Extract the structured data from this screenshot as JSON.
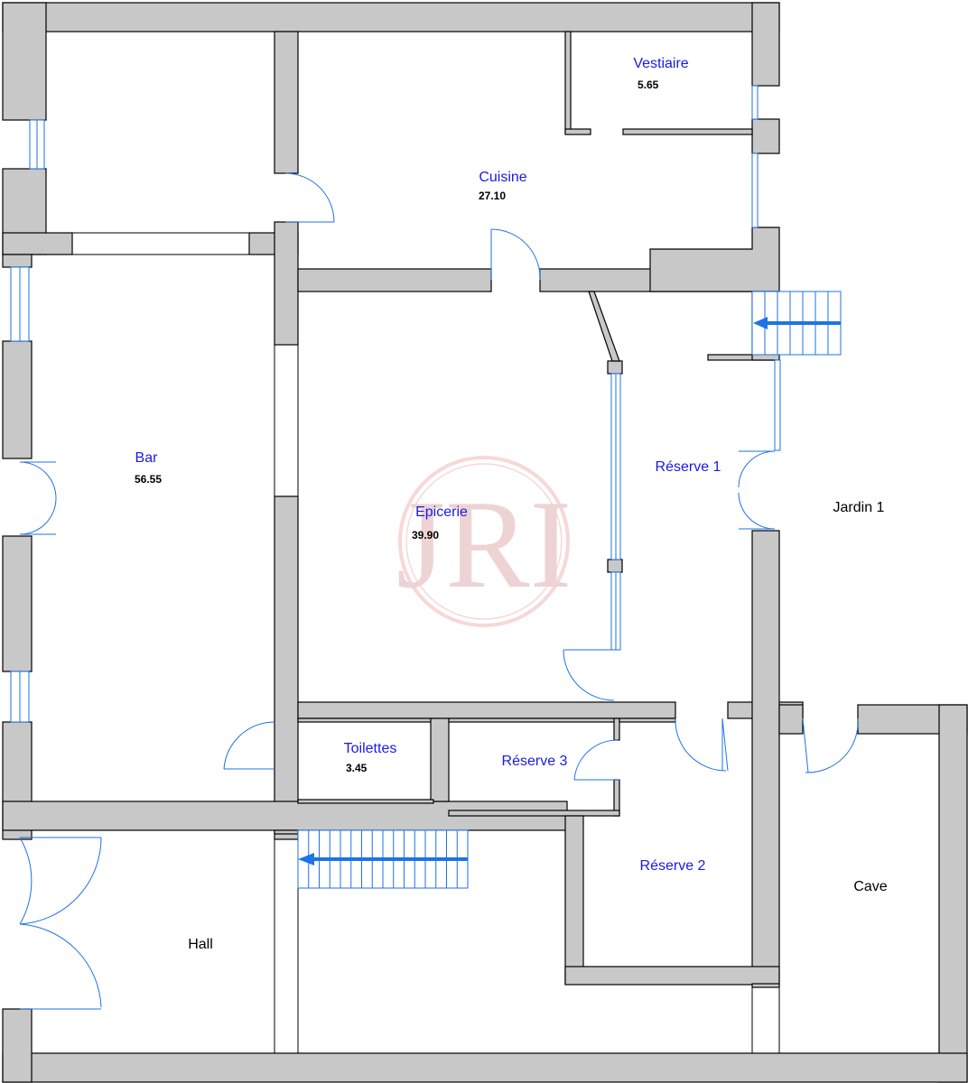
{
  "colors": {
    "wall": "#c8c8c8",
    "wall_outline": "#000000",
    "room_label": "#1a1ae6",
    "room_label_plain": "#000000",
    "door_window": "#1e73e6",
    "watermark": "#f2b8b8"
  },
  "rooms": [
    {
      "id": "vestiaire",
      "name": "Vestiaire",
      "area": "5.65",
      "label_color": "blue"
    },
    {
      "id": "cuisine",
      "name": "Cuisine",
      "area": "27.10",
      "label_color": "blue"
    },
    {
      "id": "bar",
      "name": "Bar",
      "area": "56.55",
      "label_color": "blue"
    },
    {
      "id": "epicerie",
      "name": "Epicerie",
      "area": "39.90",
      "label_color": "blue"
    },
    {
      "id": "reserve1",
      "name": "Réserve 1",
      "area": "",
      "label_color": "blue"
    },
    {
      "id": "jardin1",
      "name": "Jardin 1",
      "area": "",
      "label_color": "black"
    },
    {
      "id": "toilettes",
      "name": "Toilettes",
      "area": "3.45",
      "label_color": "blue"
    },
    {
      "id": "reserve3",
      "name": "Réserve 3",
      "area": "",
      "label_color": "blue"
    },
    {
      "id": "reserve2",
      "name": "Réserve 2",
      "area": "",
      "label_color": "blue"
    },
    {
      "id": "hall",
      "name": "Hall",
      "area": "",
      "label_color": "black"
    },
    {
      "id": "cave",
      "name": "Cave",
      "area": "",
      "label_color": "black"
    }
  ],
  "watermark": {
    "icon": "jr-monogram-logo",
    "text": "JRI"
  }
}
